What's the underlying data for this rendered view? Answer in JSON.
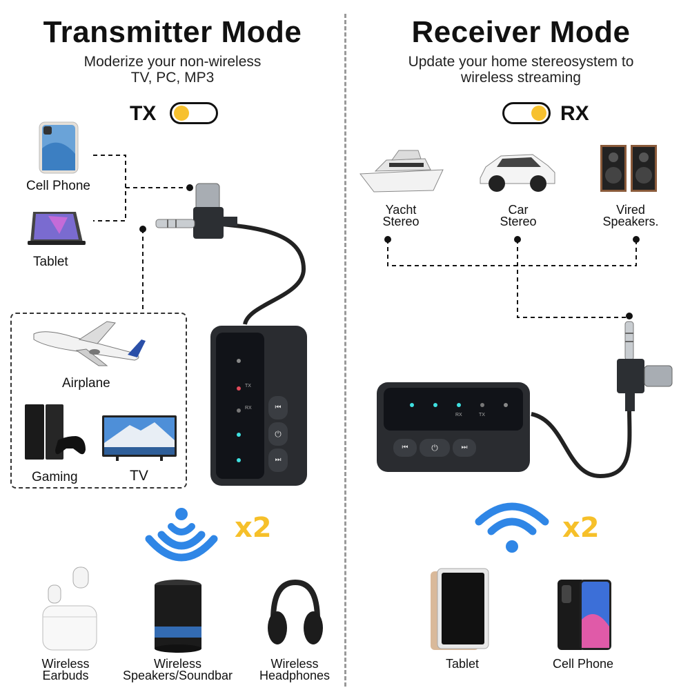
{
  "transmitter": {
    "title": "Transmitter Mode",
    "subtitle_line1": "Moderize your non-wireless",
    "subtitle_line2": "TV, PC, MP3",
    "mode_label": "TX",
    "sources": [
      "Cell Phone",
      "Tablet"
    ],
    "sources_box": [
      "Airplane",
      "Gaming",
      "TV"
    ],
    "multiplier": "x2",
    "outputs": [
      {
        "line1": "Wireless",
        "line2": "Earbuds"
      },
      {
        "line1": "Wireless",
        "line2": "Speakers/Soundbar"
      },
      {
        "line1": "Wireless",
        "line2": "Headphones"
      }
    ],
    "device_labels": [
      "TX",
      "RX"
    ]
  },
  "receiver": {
    "title": "Receiver Mode",
    "subtitle_line1": "Update your home stereosystem to",
    "subtitle_line2": "wireless streaming",
    "mode_label": "RX",
    "targets": [
      {
        "line1": "Yacht",
        "line2": "Stereo"
      },
      {
        "line1": "Car",
        "line2": "Stereo"
      },
      {
        "line1": "Vired",
        "line2": "Speakers."
      }
    ],
    "multiplier": "x2",
    "sources": [
      "Tablet",
      "Cell Phone"
    ],
    "device_labels": [
      "RX",
      "TX"
    ]
  },
  "colors": {
    "accent": "#f7c12f",
    "wifi_blue": "#2f86e6",
    "dark": "#111111"
  }
}
